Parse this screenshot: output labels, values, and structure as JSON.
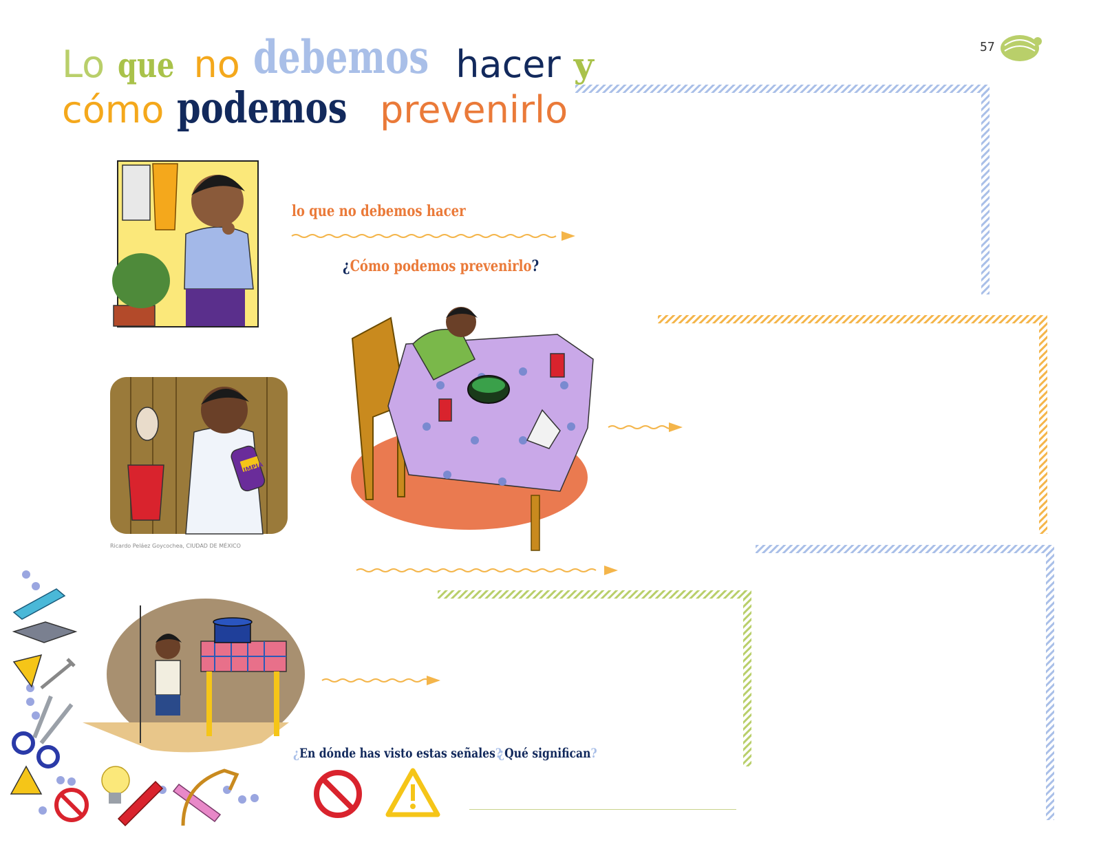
{
  "header": {
    "title_line1": [
      "Lo",
      "que",
      "no",
      "debemos",
      "hacer",
      "y"
    ],
    "title_line2": [
      "cómo",
      "podemos",
      "prevenirlo"
    ],
    "page_number": "57"
  },
  "labels": {
    "no_debemos": "lo que no debemos hacer",
    "como_prevenir": "Cómo podemos prevenirlo",
    "donde_senales": "En dónde has visto estas señales",
    "que_significan": "Qué significan"
  },
  "credit": "Ricardo Peláez Goycochea, CIUDAD DE MÉXICO",
  "illustrations": {
    "bottle_label": "LIMPIA"
  },
  "colors": {
    "blue": "#a9bfe8",
    "orange": "#f4a81c",
    "green": "#b9cf6a",
    "navy": "#12295c",
    "coral": "#ea7a39",
    "red": "#d9232d",
    "yellow": "#f5c518"
  }
}
